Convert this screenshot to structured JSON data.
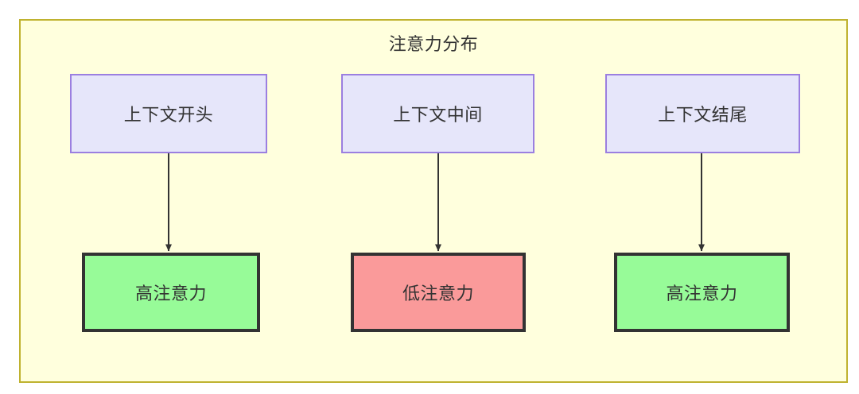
{
  "diagram": {
    "title": "注意力分布",
    "background_color": "#ffffdd",
    "border_color": "#bfb22f",
    "text_color": "#333333",
    "nodes": [
      {
        "id": "ctx_start",
        "label": "上下文开头",
        "fill": "#e6e6fa",
        "stroke": "#9b7fe0",
        "row": "top"
      },
      {
        "id": "ctx_mid",
        "label": "上下文中间",
        "fill": "#e6e6fa",
        "stroke": "#9b7fe0",
        "row": "top"
      },
      {
        "id": "ctx_end",
        "label": "上下文结尾",
        "fill": "#e6e6fa",
        "stroke": "#9b7fe0",
        "row": "top"
      },
      {
        "id": "att_start",
        "label": "高注意力",
        "fill": "#97fb98",
        "stroke": "#333333",
        "row": "bottom"
      },
      {
        "id": "att_mid",
        "label": "低注意力",
        "fill": "#fa9a9a",
        "stroke": "#333333",
        "row": "bottom"
      },
      {
        "id": "att_end",
        "label": "高注意力",
        "fill": "#97fb98",
        "stroke": "#333333",
        "row": "bottom"
      }
    ],
    "edges": [
      {
        "from": "ctx_start",
        "to": "att_start",
        "arrow": "down"
      },
      {
        "from": "ctx_mid",
        "to": "att_mid",
        "arrow": "down"
      },
      {
        "from": "ctx_end",
        "to": "att_end",
        "arrow": "down"
      }
    ]
  }
}
